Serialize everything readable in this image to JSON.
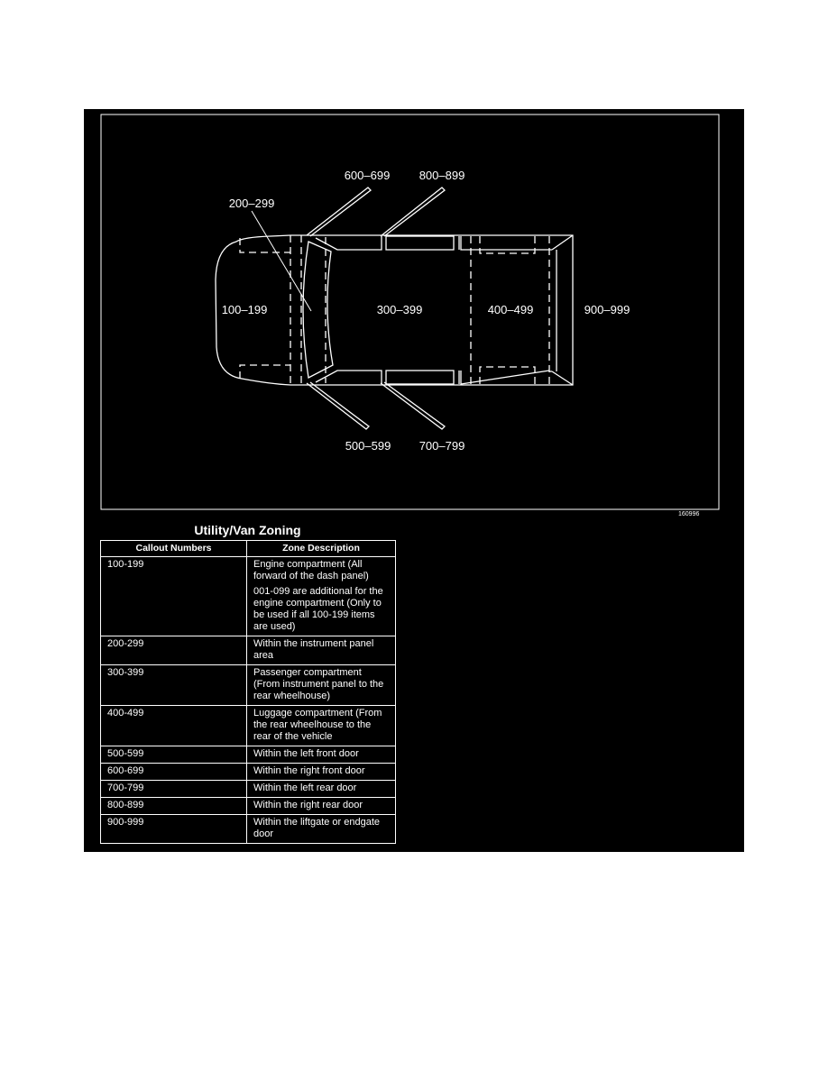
{
  "diagram": {
    "labels": {
      "z100": "100–199",
      "z200": "200–299",
      "z300": "300–399",
      "z400": "400–499",
      "z500": "500–599",
      "z600": "600–699",
      "z700": "700–799",
      "z800": "800–899",
      "z900": "900–999"
    },
    "figure_id": "160996"
  },
  "table": {
    "title": "Utility/Van Zoning",
    "headers": [
      "Callout Numbers",
      "Zone Description"
    ],
    "rows": [
      {
        "callout": "100-199",
        "description": "Engine compartment (All forward of the dash panel)",
        "note": "001-099 are additional for the engine compartment (Only to be used if all 100-199 items are used)"
      },
      {
        "callout": "200-299",
        "description": "Within the instrument panel area"
      },
      {
        "callout": "300-399",
        "description": "Passenger compartment (From instrument panel to the rear wheelhouse)"
      },
      {
        "callout": "400-499",
        "description": "Luggage compartment (From the rear wheelhouse to the rear of the vehicle"
      },
      {
        "callout": "500-599",
        "description": "Within the left front door"
      },
      {
        "callout": "600-699",
        "description": "Within the right front door"
      },
      {
        "callout": "700-799",
        "description": "Within the left rear door"
      },
      {
        "callout": "800-899",
        "description": "Within the right rear door"
      },
      {
        "callout": "900-999",
        "description": "Within the liftgate or endgate door"
      }
    ]
  }
}
